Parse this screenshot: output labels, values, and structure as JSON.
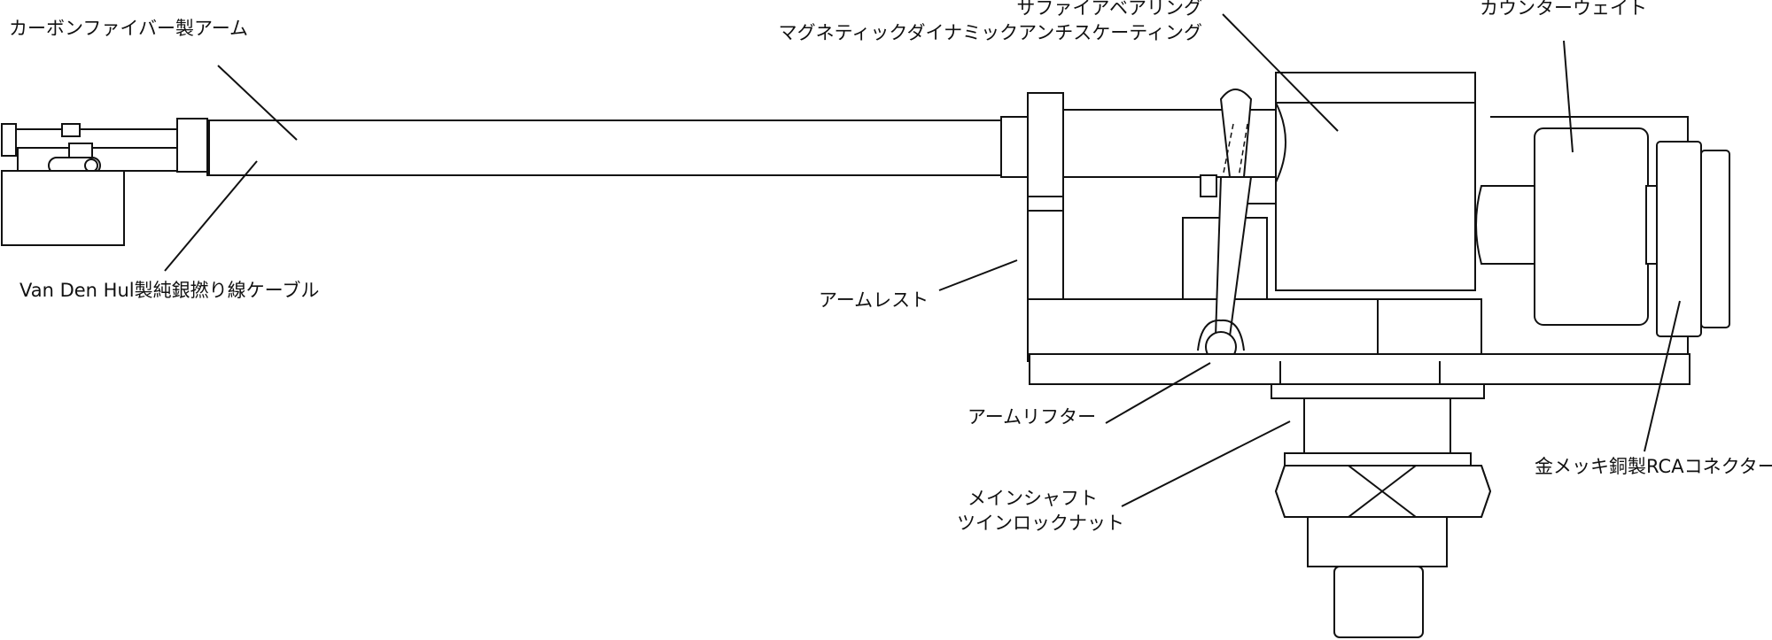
{
  "diagram": {
    "labels": {
      "carbon_arm": "カーボンファイバー製アーム",
      "cable": "Van Den Hul製純銀撚り線ケーブル",
      "sapphire_line1": "サファイアベアリング",
      "sapphire_line2": "マグネティックダイナミックアンチスケーティング",
      "counterweight": "カウンターウェイト",
      "arm_rest": "アームレスト",
      "arm_lifter": "アームリフター",
      "shaft_line1": "メインシャフト",
      "shaft_line2": "ツインロックナット",
      "rca": "金メッキ銅製RCAコネクター"
    }
  }
}
